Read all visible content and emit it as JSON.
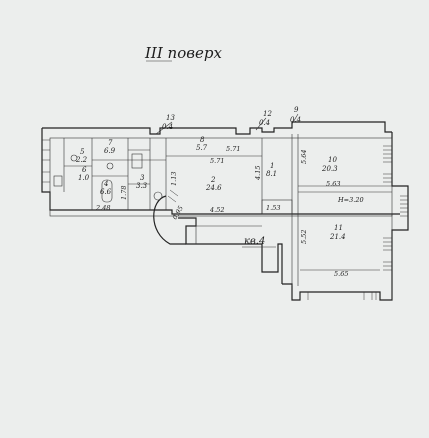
{
  "plan": {
    "title": "III поверх",
    "apartment_label": "кв.4",
    "height_note": "H=3.20",
    "rooms": [
      {
        "no": "1",
        "area": "8.1"
      },
      {
        "no": "2",
        "area": "24.6"
      },
      {
        "no": "3",
        "area": "3.3"
      },
      {
        "no": "4",
        "area": "6.6"
      },
      {
        "no": "5",
        "area": "2.2"
      },
      {
        "no": "6",
        "area": "1.0"
      },
      {
        "no": "7",
        "area": "6.9"
      },
      {
        "no": "8",
        "area": "5.7"
      },
      {
        "no": "9",
        "area": "0.4"
      },
      {
        "no": "10",
        "area": "20.3"
      },
      {
        "no": "11",
        "area": "21.4"
      },
      {
        "no": "12",
        "area": "0.4"
      },
      {
        "no": "13",
        "area": "0.4"
      }
    ],
    "dimensions": {
      "d1": "5.71",
      "d2": "5.71",
      "d3": "4.52",
      "d4": "4.15",
      "d5": "1.53",
      "d6": "5.63",
      "d7": "5.64",
      "d8": "5.52",
      "d9": "5.65",
      "d10": "2.48",
      "d11": "0.95",
      "d12": "1.13",
      "d13": "1.78"
    }
  }
}
